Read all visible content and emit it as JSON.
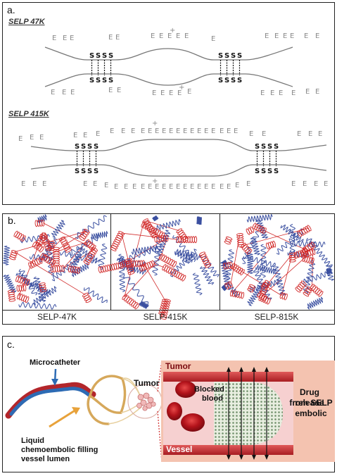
{
  "panel_a": {
    "label": "a.",
    "titles": [
      "SELP 47K",
      "SELP 415K"
    ],
    "e_symbol": "E",
    "s_symbol": "S",
    "plus_symbol": "+"
  },
  "panel_b": {
    "label": "b.",
    "captions": [
      "SELP-47K",
      "SELP-415K",
      "SELP-815K"
    ]
  },
  "panel_c": {
    "label": "c.",
    "microcatheter": "Microcatheter",
    "liquid": [
      "Liquid",
      "chemoembolic filling",
      "vessel lumen"
    ],
    "tumor_left": "Tumor",
    "tumor_top": "Tumor",
    "blocked": [
      "Blocked",
      "blood"
    ],
    "vessel": "Vessel",
    "drug": [
      "Drug release",
      "from SELP",
      "embolic"
    ]
  },
  "colors": {
    "silk": "#d12a2a",
    "elastin": "#3a4fa0",
    "vessel_red": "#c8262d",
    "catheter_blue": "#2d6bb4",
    "tumor_bg": "#f4c3b0",
    "arrow_orange": "#e8a23a"
  }
}
